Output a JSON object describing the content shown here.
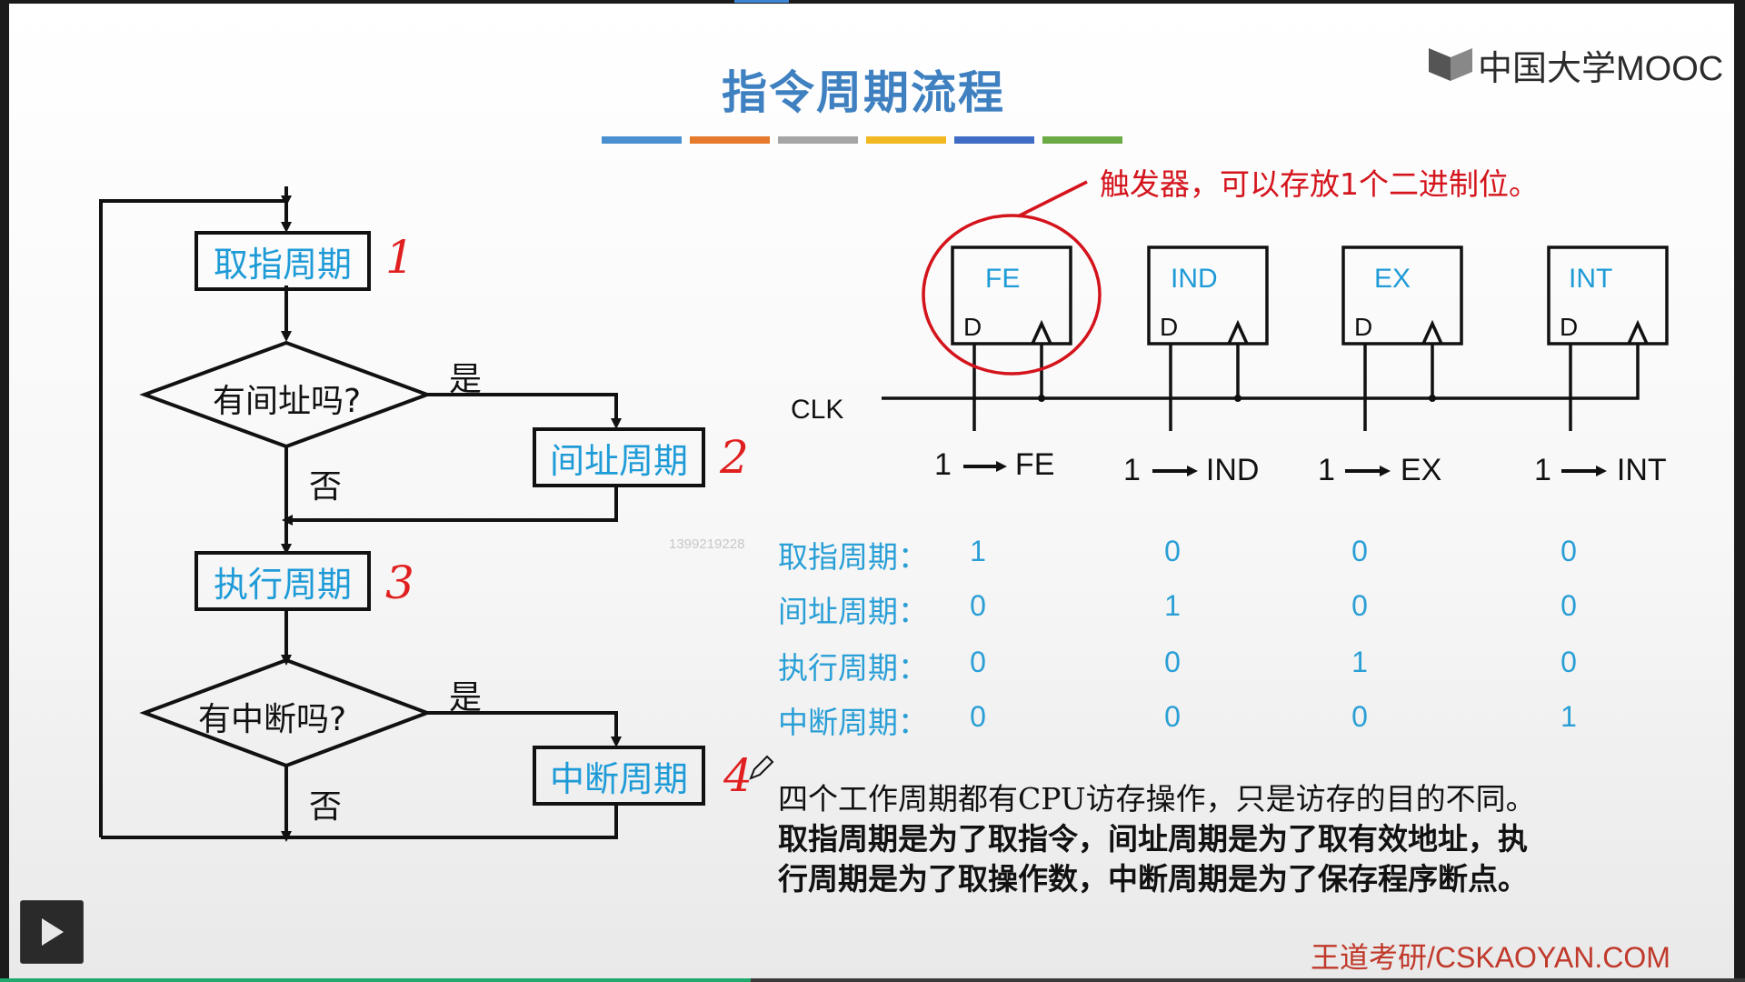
{
  "slide": {
    "title": "指令周期流程",
    "logo": "中国大学MOOC",
    "footer": "王道考研/CSKAOYAN.COM",
    "watermark": "1399219228",
    "title_bar_colors": [
      "#4a8fd0",
      "#e57a2c",
      "#a5a5a5",
      "#f2b821",
      "#3f6cc4",
      "#6aab45"
    ]
  },
  "flowchart": {
    "fetch": "取指周期",
    "indirect_q": "有间址吗?",
    "indirect": "间址周期",
    "execute": "执行周期",
    "interrupt_q": "有中断吗?",
    "interrupt": "中断周期",
    "yes": "是",
    "no": "否",
    "hand_numbers": [
      "1",
      "2",
      "3",
      "4"
    ]
  },
  "flipflops": {
    "annotation": "触发器，可以存放1个二进制位。",
    "clk": "CLK",
    "d": "D",
    "items": [
      {
        "name": "FE",
        "set": "1→ FE"
      },
      {
        "name": "IND",
        "set": "1→ IND"
      },
      {
        "name": "EX",
        "set": "1→ EX"
      },
      {
        "name": "INT",
        "set": "1→ INT"
      }
    ]
  },
  "table": {
    "rows": [
      {
        "label": "取指周期：",
        "values": [
          "1",
          "0",
          "0",
          "0"
        ]
      },
      {
        "label": "间址周期：",
        "values": [
          "0",
          "1",
          "0",
          "0"
        ]
      },
      {
        "label": "执行周期：",
        "values": [
          "0",
          "0",
          "1",
          "0"
        ]
      },
      {
        "label": "中断周期：",
        "values": [
          "0",
          "0",
          "0",
          "1"
        ]
      }
    ]
  },
  "notes": {
    "line1": "四个工作周期都有CPU访存操作，只是访存的目的不同。",
    "line2": "取指周期是为了取指令，间址周期是为了取有效地址，执",
    "line3": "行周期是为了取操作数，中断周期是为了保存程序断点。"
  },
  "player": {
    "play_icon": "play-icon",
    "progress_fraction": 0.43,
    "progress_color": "#1fa96d"
  }
}
